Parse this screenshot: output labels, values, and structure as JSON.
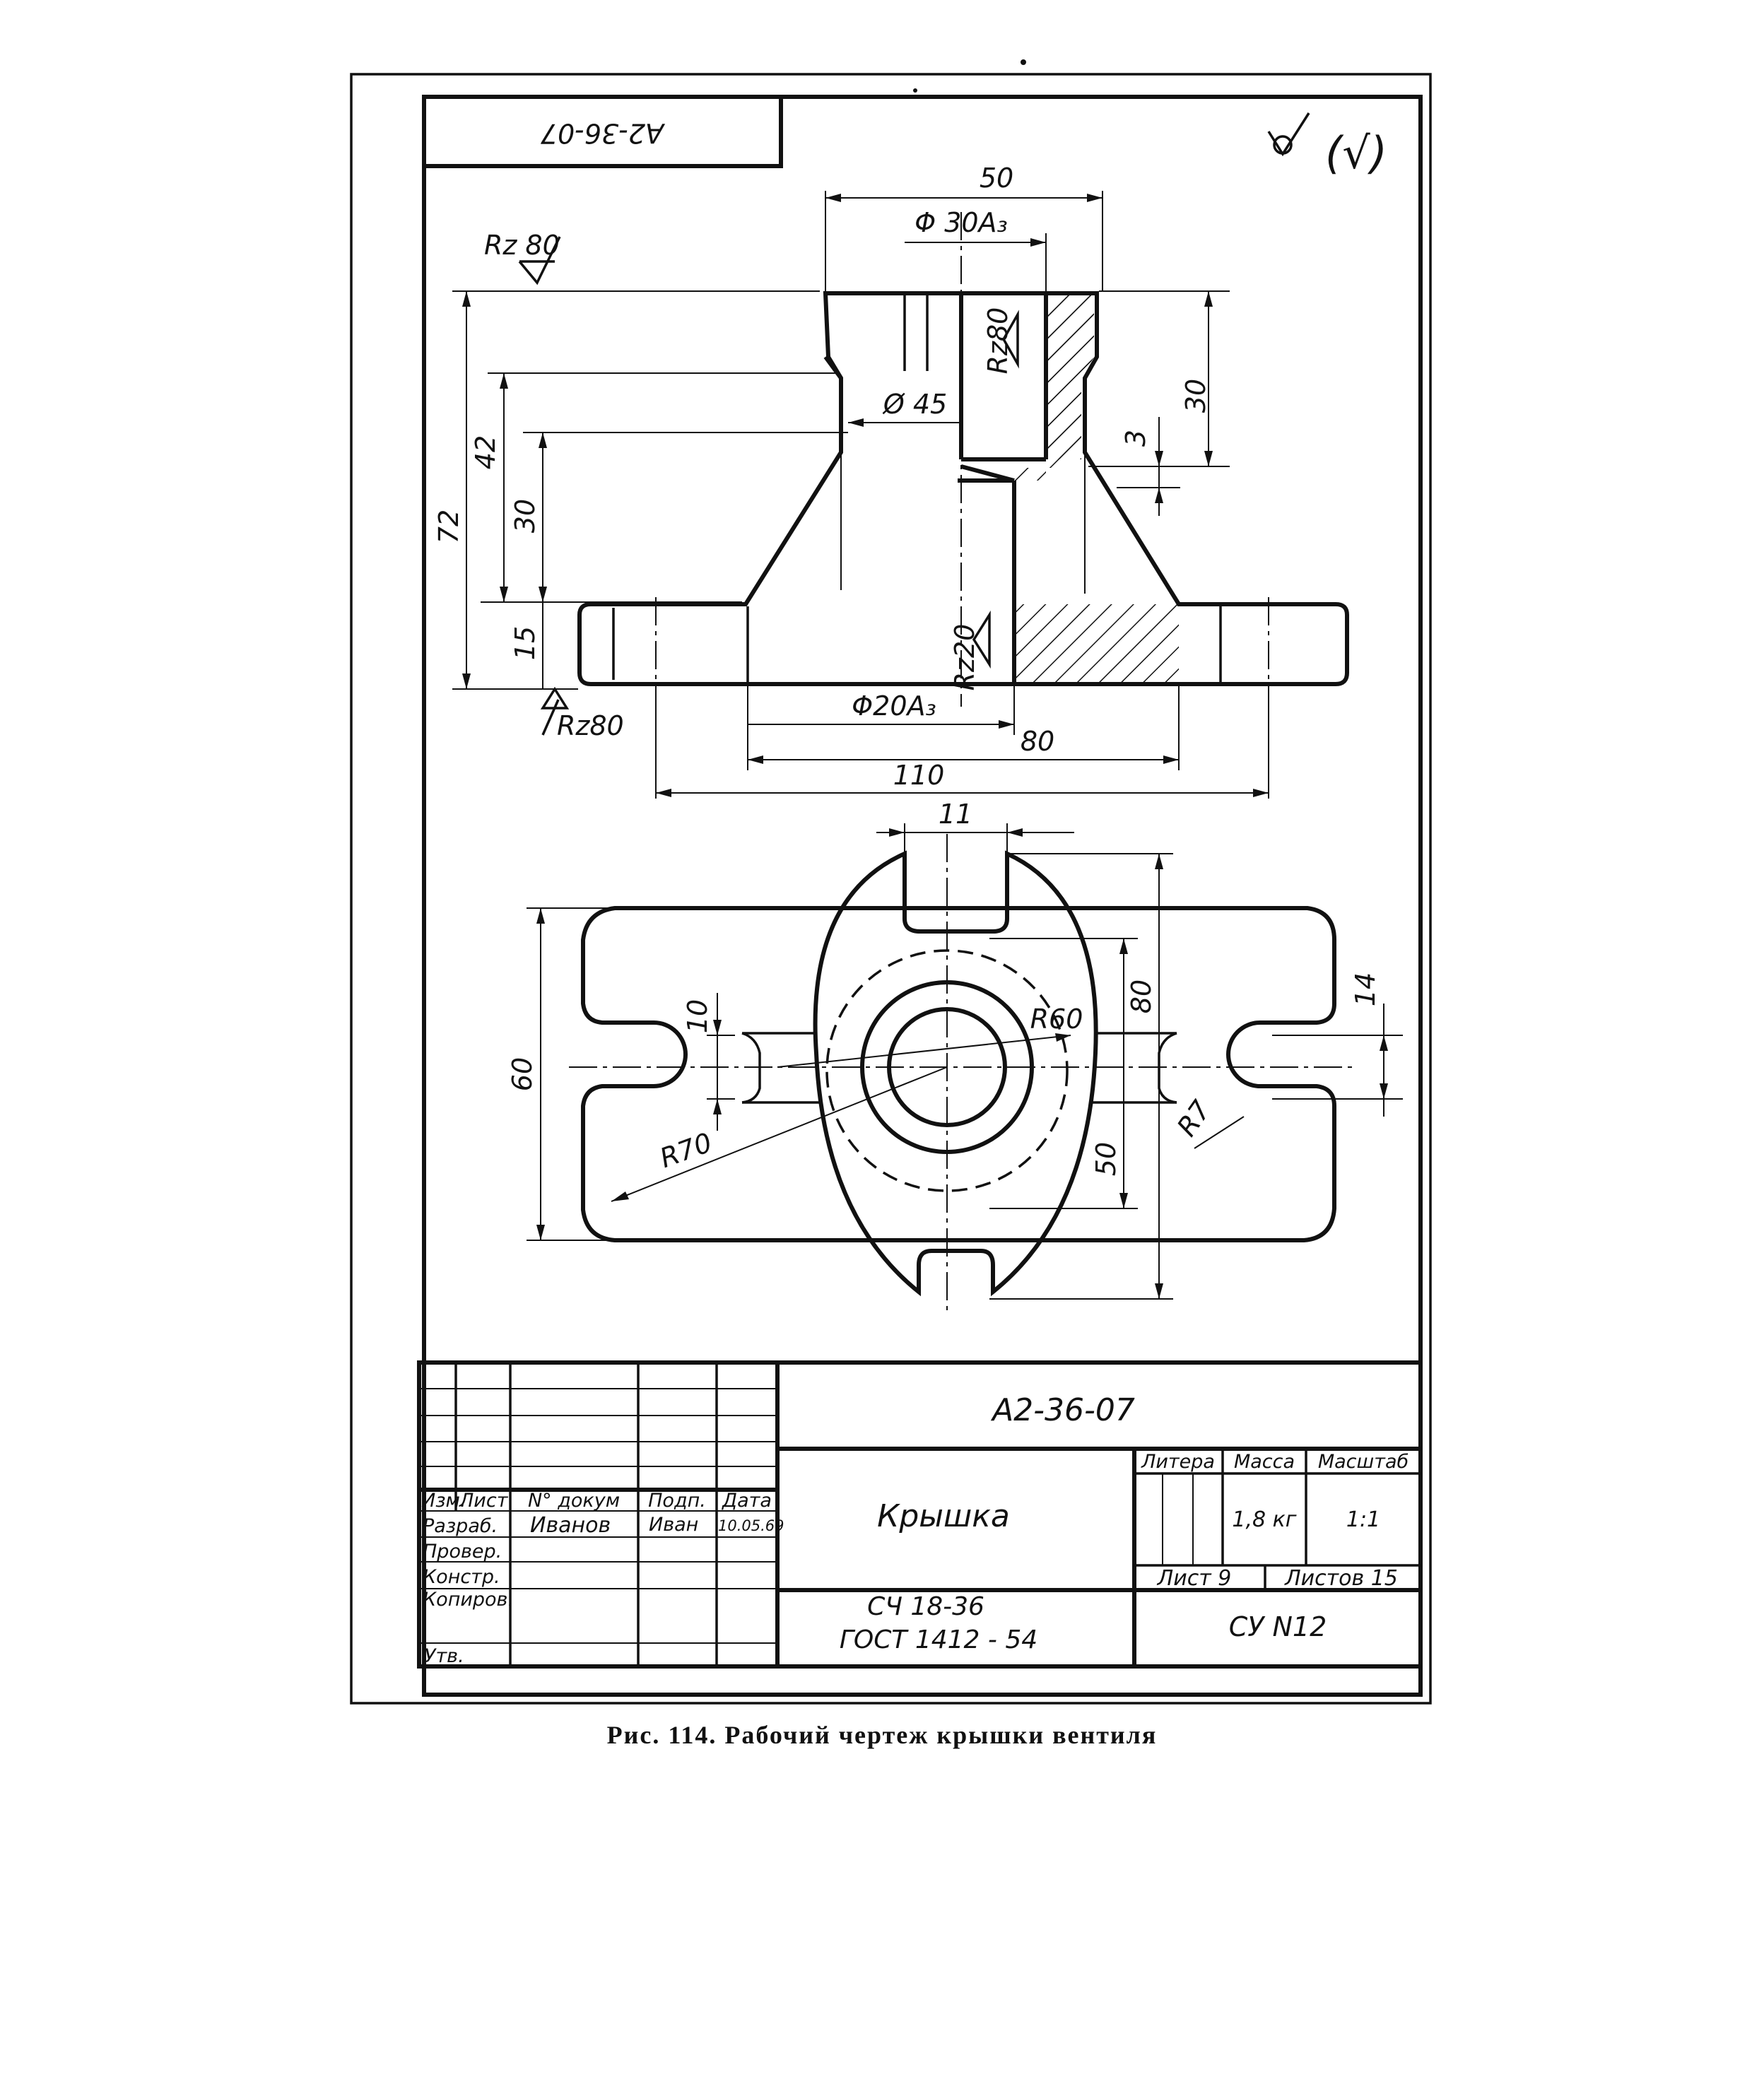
{
  "drawing": {
    "doc_number_top": "A2-36-07",
    "roughness_general": "(√)",
    "roughness_marks": [
      "Rz 80",
      "Rz80",
      "Rz20",
      "Rz80"
    ],
    "front_view": {
      "dims": {
        "d50": "50",
        "d_phi30": "Φ 30A₃",
        "d_phi45": "Ø 45",
        "d30_right": "30",
        "d3": "3",
        "d72": "72",
        "d42": "42",
        "d30_left": "30",
        "d15": "15",
        "d_phi20": "Φ20A₃",
        "d80": "80",
        "d110": "110"
      }
    },
    "top_view": {
      "dims": {
        "d11": "11",
        "d10": "10",
        "d60": "60",
        "r60": "R60",
        "r70": "R70",
        "d80": "80",
        "d50": "50",
        "d14": "14",
        "r7": "R7"
      }
    }
  },
  "title_block": {
    "doc_number": "A2-36-07",
    "part_name": "Крышка",
    "material_line1": "СЧ 18-36",
    "material_line2": "ГОСТ 1412 - 54",
    "headers": {
      "izm": "Изм.",
      "list": "Лист",
      "doc": "N° докум",
      "sign": "Подп.",
      "date": "Дата",
      "litera": "Литера",
      "mass": "Масса",
      "scale": "Масштаб"
    },
    "roles": {
      "developer": "Разраб.",
      "checker": "Провер.",
      "designer": "Констр.",
      "copier": "Копиров.",
      "approver": "Утв."
    },
    "developer_name": "Иванов",
    "developer_signature": "Иван",
    "developer_date": "10.05.69",
    "mass": "1,8 кг",
    "scale": "1:1",
    "sheet": "Лист 9",
    "sheets": "Листов 15",
    "organization": "СУ N12"
  },
  "caption": "Рис. 114. Рабочий чертеж крышки вентиля"
}
